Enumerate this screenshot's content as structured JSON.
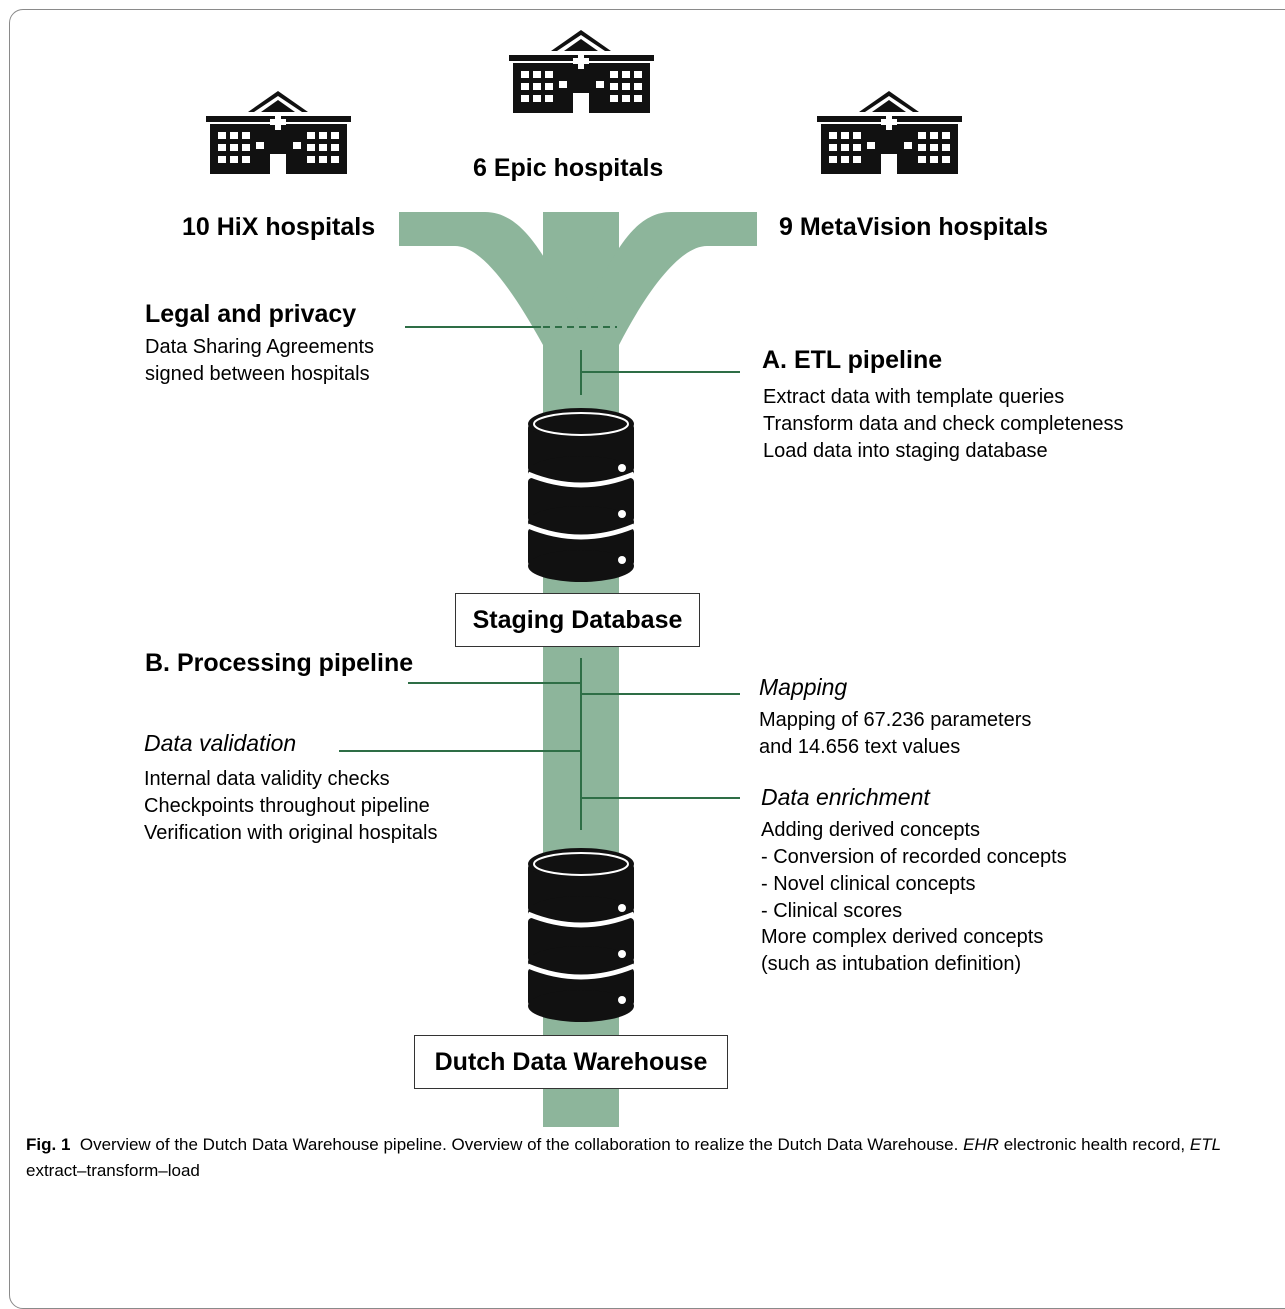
{
  "hospitals": {
    "hix": "10 HiX hospitals",
    "epic": "6 Epic hospitals",
    "metavision": "9 MetaVision hospitals"
  },
  "legal": {
    "title": "Legal and privacy",
    "lines": [
      "Data Sharing Agreements",
      "signed between hospitals"
    ]
  },
  "etl": {
    "title": "A. ETL pipeline",
    "lines": [
      "Extract data with template queries",
      "Transform data and check completeness",
      "Load data into staging database"
    ]
  },
  "staging_label": "Staging Database",
  "processing_title": "B. Processing pipeline",
  "mapping": {
    "title": "Mapping",
    "lines": [
      "Mapping of 67.236 parameters",
      "and 14.656 text values"
    ]
  },
  "validation": {
    "title": "Data validation",
    "lines": [
      "Internal data validity checks",
      "Checkpoints throughout pipeline",
      "Verification with original hospitals"
    ]
  },
  "enrichment": {
    "title": "Data enrichment",
    "lines": [
      "Adding derived concepts",
      "- Conversion of recorded concepts",
      "- Novel clinical concepts",
      "- Clinical scores",
      "More complex derived concepts",
      "(such as intubation definition)"
    ]
  },
  "warehouse_label": "Dutch Data Warehouse",
  "caption": {
    "label": "Fig. 1",
    "text": "Overview of the Dutch Data Warehouse pipeline. Overview of the collaboration to realize the Dutch Data Warehouse.",
    "abbr1": "EHR",
    "abbr1_def": "electronic health record,",
    "abbr2": "ETL",
    "abbr2_def": "extract–transform–load"
  },
  "colors": {
    "pipe": "#8db59b",
    "line": "#2e6e46",
    "icon": "#111111"
  }
}
